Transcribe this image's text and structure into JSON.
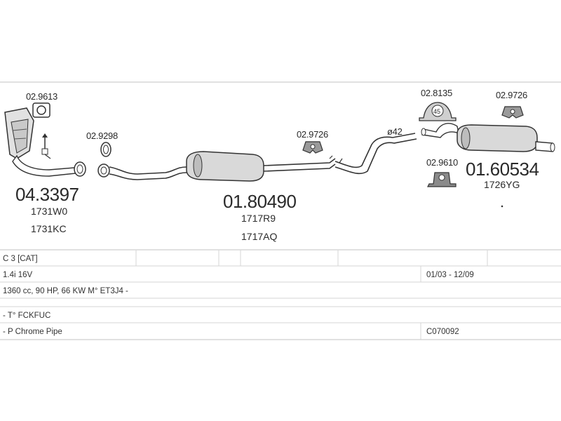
{
  "parts": {
    "cat_gasket_code": "02.9613",
    "cat_code": "04.3397",
    "cat_alt1": "1731W0",
    "cat_alt2": "1731KC",
    "front_ring_code": "02.9298",
    "middle_code": "01.80490",
    "middle_alt1": "1717R9",
    "middle_alt2": "1717AQ",
    "hanger1_code": "02.9726",
    "pipe_diameter": "ø42",
    "clamp_code": "02.8135",
    "clamp_size": "45",
    "hanger2_code": "02.9726",
    "mount_code": "02.9610",
    "rear_code": "01.60534",
    "rear_alt1": "1726YG"
  },
  "spec_table": {
    "model": "C 3  [CAT]",
    "engine": "1.4i 16V",
    "dates": "01/03 - 12/09",
    "details": "1360 cc, 90 HP, 66 KW  M° ET3J4 -",
    "type": "-  T° FCKFUC",
    "pipe": "-  P  Chrome Pipe",
    "pipe_code": "C070092"
  }
}
